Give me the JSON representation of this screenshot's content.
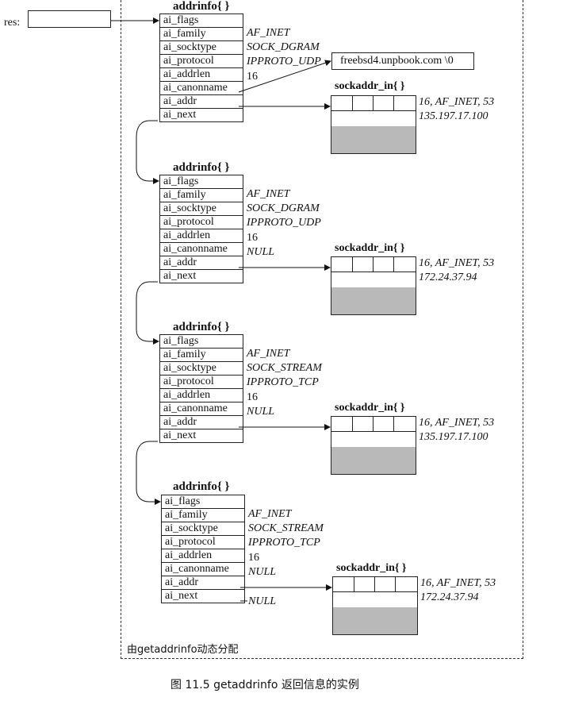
{
  "res_label": "res:",
  "alloc_label": "由getaddrinfo动态分配",
  "caption": "图 11.5   getaddrinfo 返回信息的实例",
  "canonname_value": "freebsd4.unpbook.com \\0",
  "addrinfo_title": "addrinfo{ }",
  "sockaddr_title": "sockaddr_in{ }",
  "fields": [
    "ai_flags",
    "ai_family",
    "ai_socktype",
    "ai_protocol",
    "ai_addrlen",
    "ai_canonname",
    "ai_addr",
    "ai_next"
  ],
  "structs": [
    {
      "family": "AF_INET",
      "socktype": "SOCK_DGRAM",
      "protocol": "IPPROTO_UDP",
      "addrlen": "16",
      "canonname": "",
      "sock_line1": "16, AF_INET, 53",
      "sock_line2": "135.197.17.100"
    },
    {
      "family": "AF_INET",
      "socktype": "SOCK_DGRAM",
      "protocol": "IPPROTO_UDP",
      "addrlen": "16",
      "canonname": "NULL",
      "sock_line1": "16, AF_INET, 53",
      "sock_line2": "172.24.37.94"
    },
    {
      "family": "AF_INET",
      "socktype": "SOCK_STREAM",
      "protocol": "IPPROTO_TCP",
      "addrlen": "16",
      "canonname": "NULL",
      "sock_line1": "16, AF_INET, 53",
      "sock_line2": "135.197.17.100"
    },
    {
      "family": "AF_INET",
      "socktype": "SOCK_STREAM",
      "protocol": "IPPROTO_TCP",
      "addrlen": "16",
      "canonname": "NULL",
      "next": "NULL",
      "sock_line1": "16, AF_INET, 53",
      "sock_line2": "172.24.37.94"
    }
  ]
}
